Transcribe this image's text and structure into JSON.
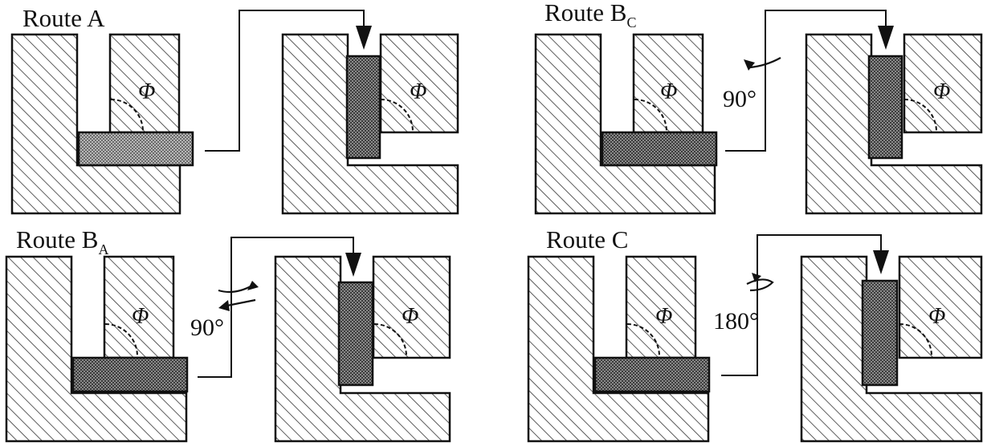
{
  "panels": [
    {
      "route_main": "Route A",
      "route_sub": "",
      "angle": "",
      "rotation": "none"
    },
    {
      "route_main": "Route B",
      "route_sub": "C",
      "angle": "90°",
      "rotation": "quarter"
    },
    {
      "route_main": "Route B",
      "route_sub": "A",
      "angle": "90°",
      "rotation": "double"
    },
    {
      "route_main": "Route C",
      "route_sub": "",
      "angle": "180°",
      "rotation": "half"
    }
  ],
  "channel_angle_symbol": "Φ",
  "colors": {
    "line": "#111111",
    "hatch": "#333333",
    "billet": "#777777"
  }
}
